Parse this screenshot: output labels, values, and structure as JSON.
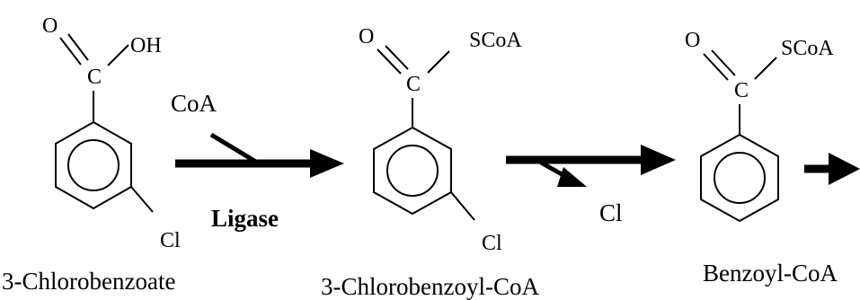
{
  "compounds": [
    {
      "name": "3-Chlorobenzoate",
      "carbonyl_oxygen": "O",
      "carbon": "C",
      "substituent": "OH",
      "ring_substituent": "Cl"
    },
    {
      "name": "3-Chlorobenzoyl-CoA",
      "carbonyl_oxygen": "O",
      "carbon": "C",
      "substituent": "SCoA",
      "ring_substituent": "Cl"
    },
    {
      "name": "Benzoyl-CoA",
      "carbonyl_oxygen": "O",
      "carbon": "C",
      "substituent": "SCoA"
    }
  ],
  "steps": [
    {
      "cosubstrate": "CoA",
      "enzyme": "Ligase"
    },
    {
      "released": "Cl"
    }
  ]
}
